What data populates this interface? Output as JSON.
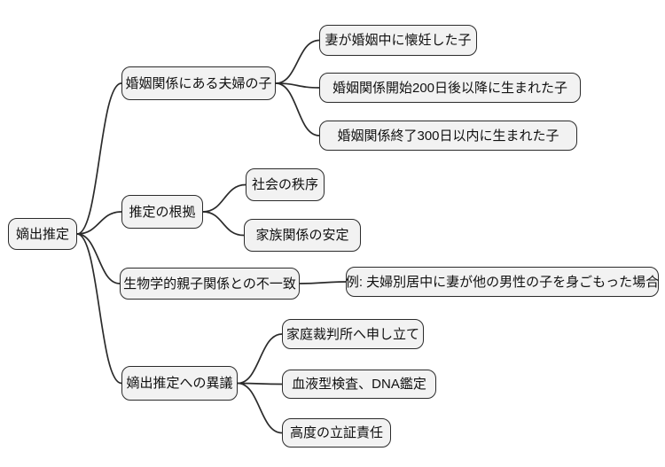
{
  "mindmap": {
    "root": {
      "label": "嫡出推定"
    },
    "branches": [
      {
        "label": "婚姻関係にある夫婦の子",
        "children": [
          {
            "label": "妻が婚姻中に懐妊した子"
          },
          {
            "label": "婚姻関係開始200日後以降に生まれた子"
          },
          {
            "label": "婚姻関係終了300日以内に生まれた子"
          }
        ]
      },
      {
        "label": "推定の根拠",
        "children": [
          {
            "label": "社会の秩序"
          },
          {
            "label": "家族関係の安定"
          }
        ]
      },
      {
        "label": "生物学的親子関係との不一致",
        "children": [
          {
            "label": "例: 夫婦別居中に妻が他の男性の子を身ごもった場合"
          }
        ]
      },
      {
        "label": "嫡出推定への異議",
        "children": [
          {
            "label": "家庭裁判所へ申し立て"
          },
          {
            "label": "血液型検査、DNA鑑定"
          },
          {
            "label": "高度の立証責任"
          }
        ]
      }
    ],
    "style": {
      "background": "#ffffff",
      "node_fill": "#f2f2f2",
      "node_border": "#2b2b2b",
      "edge_color": "#2b2b2b",
      "text_color": "#111111"
    }
  }
}
